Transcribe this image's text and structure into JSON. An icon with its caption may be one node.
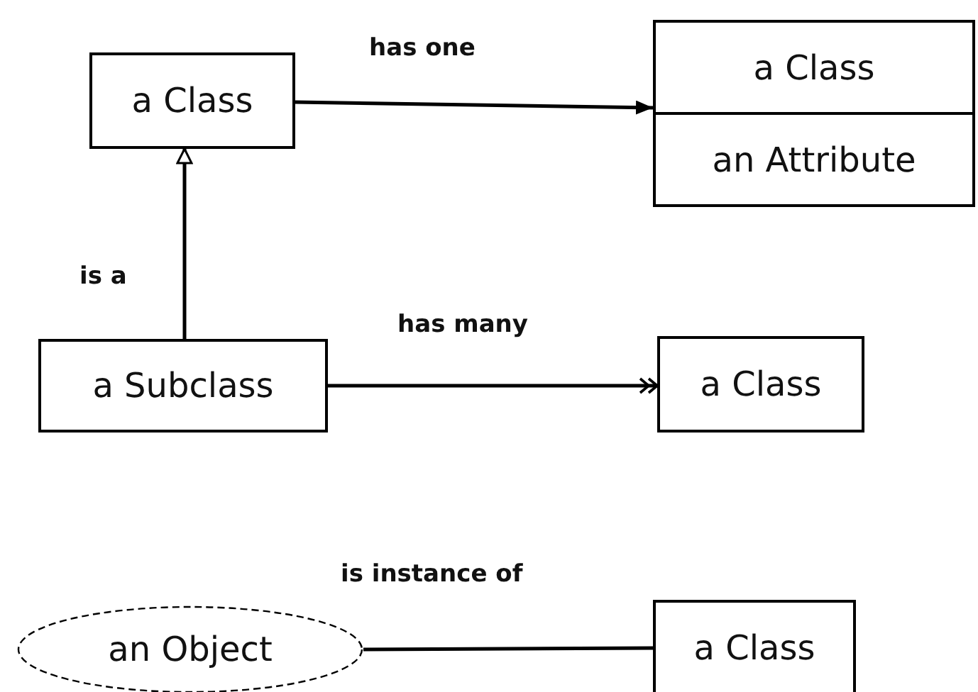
{
  "diagram": {
    "nodes": [
      {
        "text": [
          "a Class"
        ]
      },
      {
        "text": [
          "a Class",
          "an Attribute"
        ]
      },
      {
        "text": [
          "a Subclass"
        ]
      },
      {
        "text": [
          "a Class"
        ]
      },
      {
        "text": [
          "an Object"
        ]
      },
      {
        "text": [
          "a Class"
        ]
      }
    ],
    "edges": [
      {
        "from": 0,
        "to": 1,
        "arrow": "to",
        "label": "has one"
      },
      {
        "from": 2,
        "to": 0,
        "arrow": "to",
        "label": "is a"
      },
      {
        "from": 2,
        "to": 3,
        "arrow": "to",
        "label": "has many"
      },
      {
        "from": 4,
        "to": 5,
        "arrow": "none",
        "label": "is instance of"
      }
    ]
  }
}
